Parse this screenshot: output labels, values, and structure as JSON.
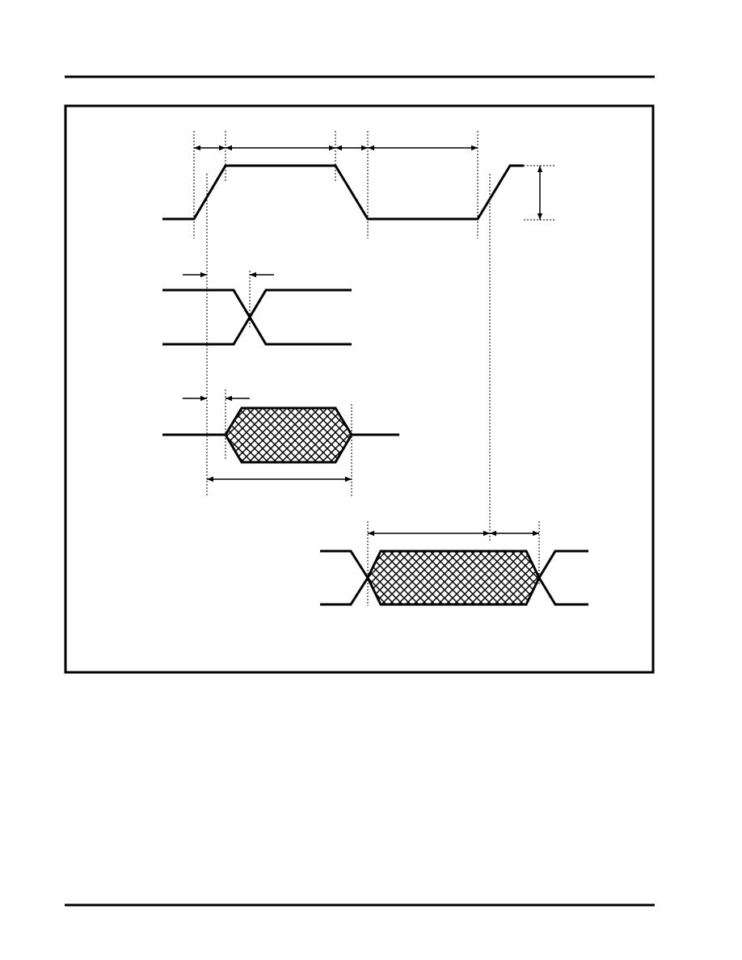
{
  "page": {
    "title": "",
    "caption": ""
  },
  "colors": {
    "ink": "#000000",
    "paper": "#ffffff"
  },
  "diagram": {
    "kind": "timing-diagram",
    "signals": [
      {
        "id": "clock",
        "shape": "pulse"
      },
      {
        "id": "bus-transition",
        "shape": "crossover"
      },
      {
        "id": "data-window",
        "shape": "hatched-valid-window"
      },
      {
        "id": "output-data",
        "shape": "crossover-with-hatched-window"
      }
    ],
    "timing_arrows": [
      {
        "id": "rise-time"
      },
      {
        "id": "high-time"
      },
      {
        "id": "fall-time"
      },
      {
        "id": "low-time"
      },
      {
        "id": "swing-amplitude"
      },
      {
        "id": "setup-to-transition"
      },
      {
        "id": "hold-to-window"
      },
      {
        "id": "window-width"
      },
      {
        "id": "output-delay"
      },
      {
        "id": "output-hold"
      }
    ],
    "text_labels": []
  }
}
